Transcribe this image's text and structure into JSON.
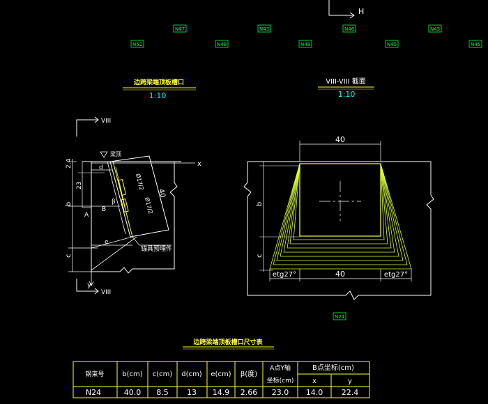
{
  "top_direction_label": "H",
  "tags_row1": [
    "N47",
    "N43",
    "N46",
    "N45"
  ],
  "tags_row2": [
    "N52",
    "N48",
    "N48",
    "N45",
    "N45"
  ],
  "left_view": {
    "title": "边跨梁端顶板槽口",
    "scale": "1:10",
    "section_mark": "VIII",
    "section_mark_bottom": "VIII",
    "top_label": "梁顶",
    "axis_x": "x",
    "axis_y": "y",
    "dim_top": "2.4",
    "dim_23": "23",
    "dim_b": "b",
    "dim_c": "c",
    "dim_d": "d",
    "dim_e": "e",
    "label_A": "A",
    "label_B": "B",
    "label_beta": "β",
    "label_40": "40",
    "label_slope1": "Ø17/2",
    "label_slope2": "Ø17/2",
    "anchor_label": "锚具预埋件"
  },
  "right_view": {
    "title": "VIII-VIII  截面",
    "scale": "1:10",
    "dim_top": "40",
    "dim_bottom": "40",
    "dim_b": "b",
    "dim_c": "c",
    "dim_left": "etg27°",
    "dim_right": "etg27°",
    "tag_below": "N24"
  },
  "table": {
    "title": "边跨梁端顶板槽口尺寸表",
    "headers": [
      "钢束号",
      "b(cm)",
      "c(cm)",
      "d(cm)",
      "e(cm)",
      "β(度)"
    ],
    "header_a": "A点Y轴",
    "header_a2": "坐标(cm)",
    "header_b": "B点坐标(cm)",
    "header_bx": "x",
    "header_by": "y",
    "row": [
      "N24",
      "40.0",
      "8.5",
      "13",
      "14.9",
      "2.66",
      "23.0",
      "14.0",
      "22.4"
    ]
  }
}
